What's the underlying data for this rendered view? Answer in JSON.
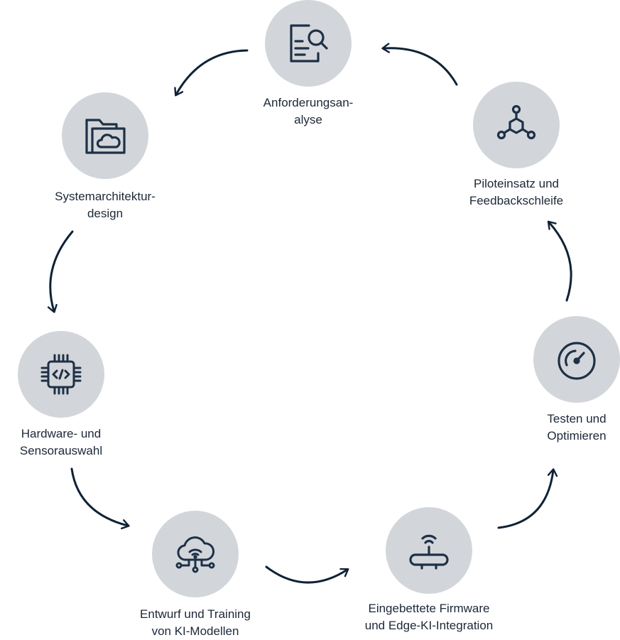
{
  "colors": {
    "circle_fill": "#d2d6db",
    "icon_stroke": "#1f3046",
    "arrow_stroke": "#0f2236",
    "text": "#1c2838",
    "background": "#ffffff"
  },
  "steps": [
    {
      "icon": "document-search-icon",
      "label_lines": [
        "Anforderungsan-",
        "alyse"
      ]
    },
    {
      "icon": "folder-cloud-icon",
      "label_lines": [
        "Systemarchitektur-",
        "design"
      ]
    },
    {
      "icon": "chip-code-icon",
      "label_lines": [
        "Hardware- und",
        "Sensorauswahl"
      ]
    },
    {
      "icon": "cloud-network-icon",
      "label_lines": [
        "Entwurf und Training",
        "von KI-Modellen"
      ]
    },
    {
      "icon": "router-wifi-icon",
      "label_lines": [
        "Eingebettete Firmware",
        "und Edge-KI-Integration"
      ]
    },
    {
      "icon": "gauge-icon",
      "label_lines": [
        "Testen und",
        "Optimieren"
      ]
    },
    {
      "icon": "hub-network-icon",
      "label_lines": [
        "Piloteinsatz und",
        "Feedbackschleife"
      ]
    }
  ]
}
